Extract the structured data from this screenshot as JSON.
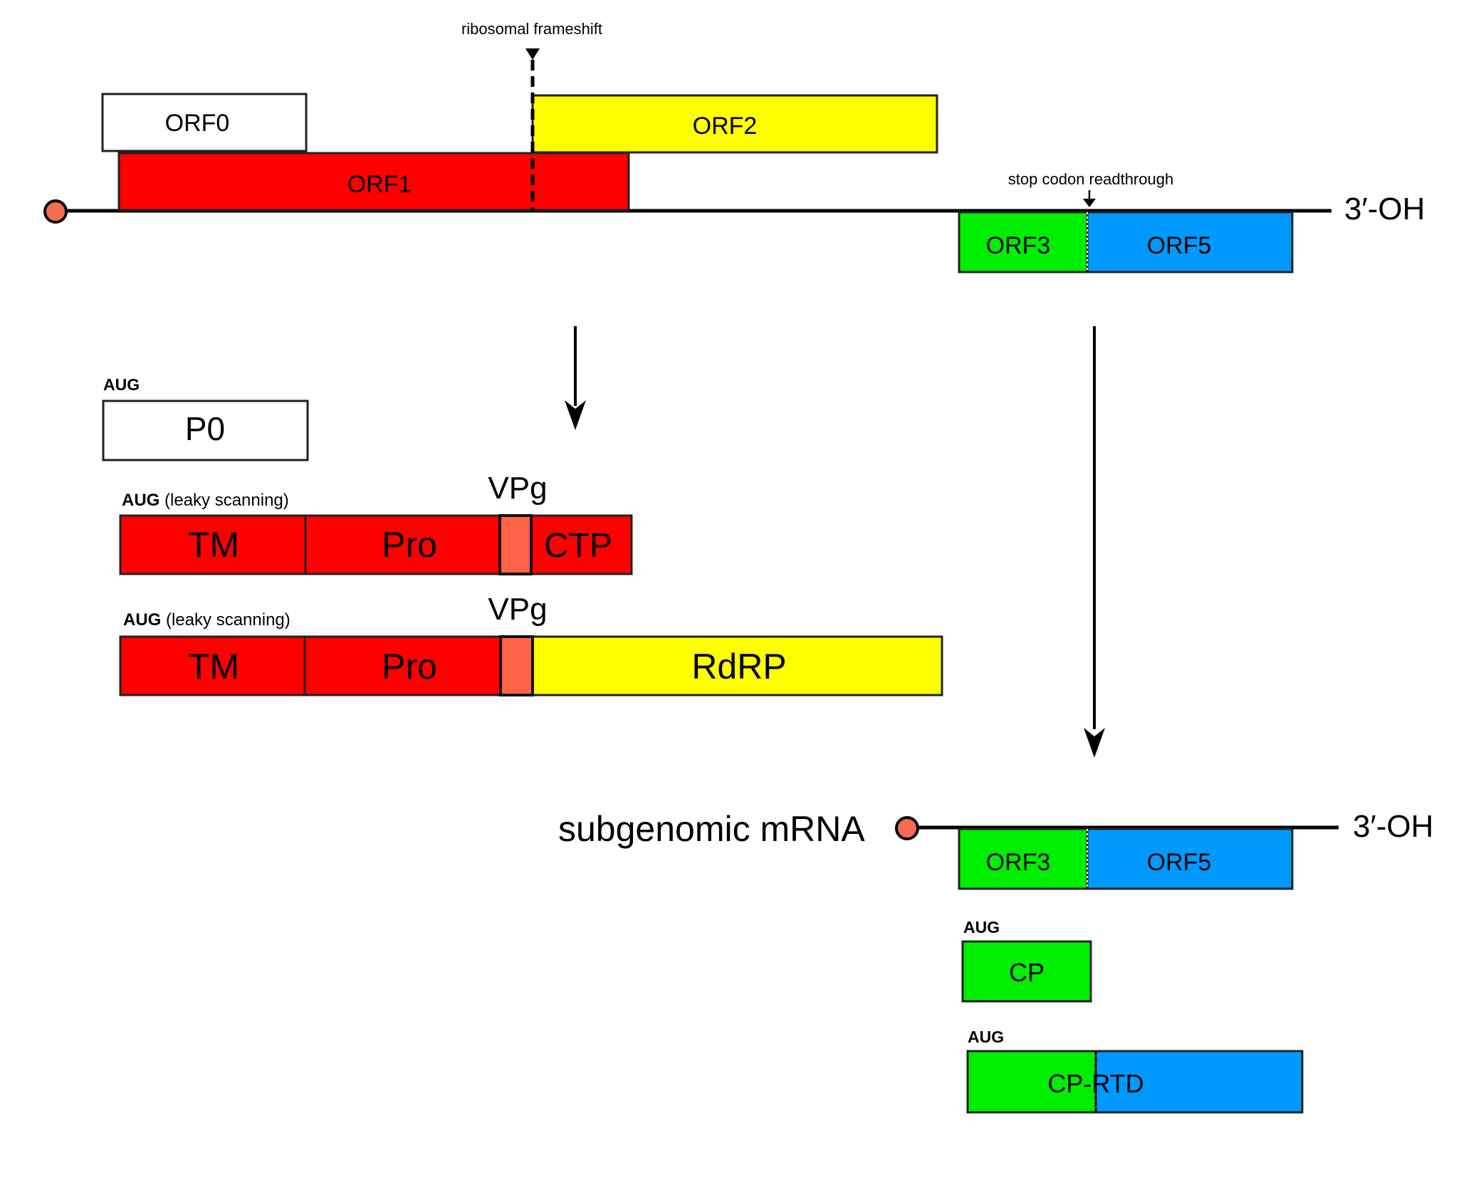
{
  "genome": {
    "frameshift_label": "ribosomal frameshift",
    "readthrough_label": "stop codon readthrough",
    "three_prime": "3′-OH",
    "orf0": "ORF0",
    "orf1": "ORF1",
    "orf2": "ORF2",
    "orf3": "ORF3",
    "orf5": "ORF5"
  },
  "products": {
    "p0": {
      "start": "AUG",
      "label": "P0"
    },
    "p1": {
      "start_bold": "AUG",
      "start_note": " (leaky scanning)",
      "vpg": "VPg",
      "tm": "TM",
      "pro": "Pro",
      "ctp": "CTP"
    },
    "p12": {
      "start_bold": "AUG",
      "start_note": " (leaky scanning)",
      "vpg": "VPg",
      "tm": "TM",
      "pro": "Pro",
      "rdrp": "RdRP"
    }
  },
  "subgenomic": {
    "label": "subgenomic mRNA",
    "three_prime": "3′-OH",
    "orf3": "ORF3",
    "orf5": "ORF5",
    "cp": {
      "start": "AUG",
      "label": "CP"
    },
    "cprtd": {
      "start": "AUG",
      "label": "CP-RTD"
    }
  },
  "colors": {
    "red": "#ff0000",
    "yellow": "#ffff00",
    "green": "#00ee00",
    "blue": "#0099ff",
    "vpg": "#ff6347",
    "cap": "#f26d52"
  }
}
